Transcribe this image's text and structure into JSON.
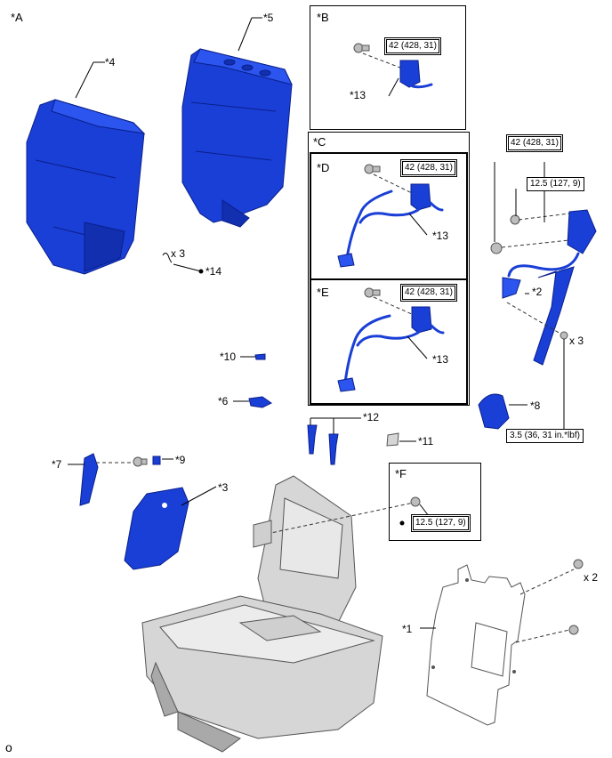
{
  "section_labels": {
    "A": "*A",
    "B": "*B",
    "C": "*C",
    "D": "*D",
    "E": "*E",
    "F": "*F"
  },
  "part_labels": {
    "p1": "*1",
    "p2": "*2",
    "p3": "*3",
    "p4": "*4",
    "p5": "*5",
    "p6": "*6",
    "p7": "*7",
    "p8": "*8",
    "p9": "*9",
    "p10": "*10",
    "p11": "*11",
    "p12": "*12",
    "p13_b": "*13",
    "p13_d": "*13",
    "p13_e": "*13",
    "p14": "*14"
  },
  "quantities": {
    "x3_clip": "x 3",
    "x3_bolt": "x 3",
    "x2_bolt": "x 2"
  },
  "torque_specs": {
    "b_bolt": "42 (428, 31)",
    "d_bolt": "42 (428, 31)",
    "e_bolt": "42 (428, 31)",
    "belt_lower": "42 (428, 31)",
    "belt_upper": "12.5 (127, 9)",
    "belt_small": "3.5 (36, 31 in.*lbf)",
    "f_bolt": "12.5 (127, 9)"
  },
  "footer_mark": "o",
  "colors": {
    "part_blue": "#1a3fd6",
    "frame_grey": "#d6d6d6"
  }
}
